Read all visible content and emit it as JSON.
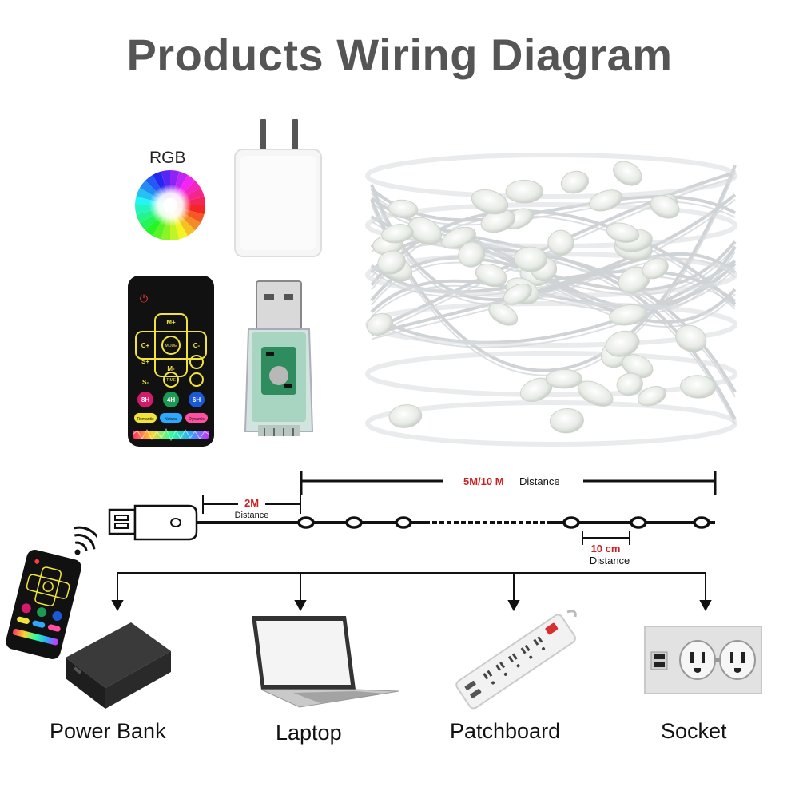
{
  "title": "Products Wiring Diagram",
  "rgb_label": "RGB",
  "remote": {
    "power_symbol": "⏻",
    "keys": {
      "m_plus": "M+",
      "m_minus": "M-",
      "c_plus": "C+",
      "c_minus": "C-",
      "s_plus": "S+",
      "s_minus": "S-",
      "center": "MODE",
      "time": "TIME",
      "h8": "8H",
      "h4": "4H",
      "h6": "6H",
      "bottom_left": "Romantic",
      "bottom_mid": "Natural",
      "bottom_right": "Dynamic"
    }
  },
  "wiring": {
    "two_m_value": "2M",
    "two_m_caption": "Distance",
    "length_value": "5M/10 M",
    "length_caption": "Distance",
    "spacing_value": "10 cm",
    "spacing_caption": "Distance"
  },
  "destinations": [
    {
      "label": "Power Bank"
    },
    {
      "label": "Laptop"
    },
    {
      "label": "Patchboard"
    },
    {
      "label": "Socket"
    }
  ],
  "colors": {
    "title": "#555555",
    "red_value": "#cc1f1f",
    "line": "#111111"
  }
}
